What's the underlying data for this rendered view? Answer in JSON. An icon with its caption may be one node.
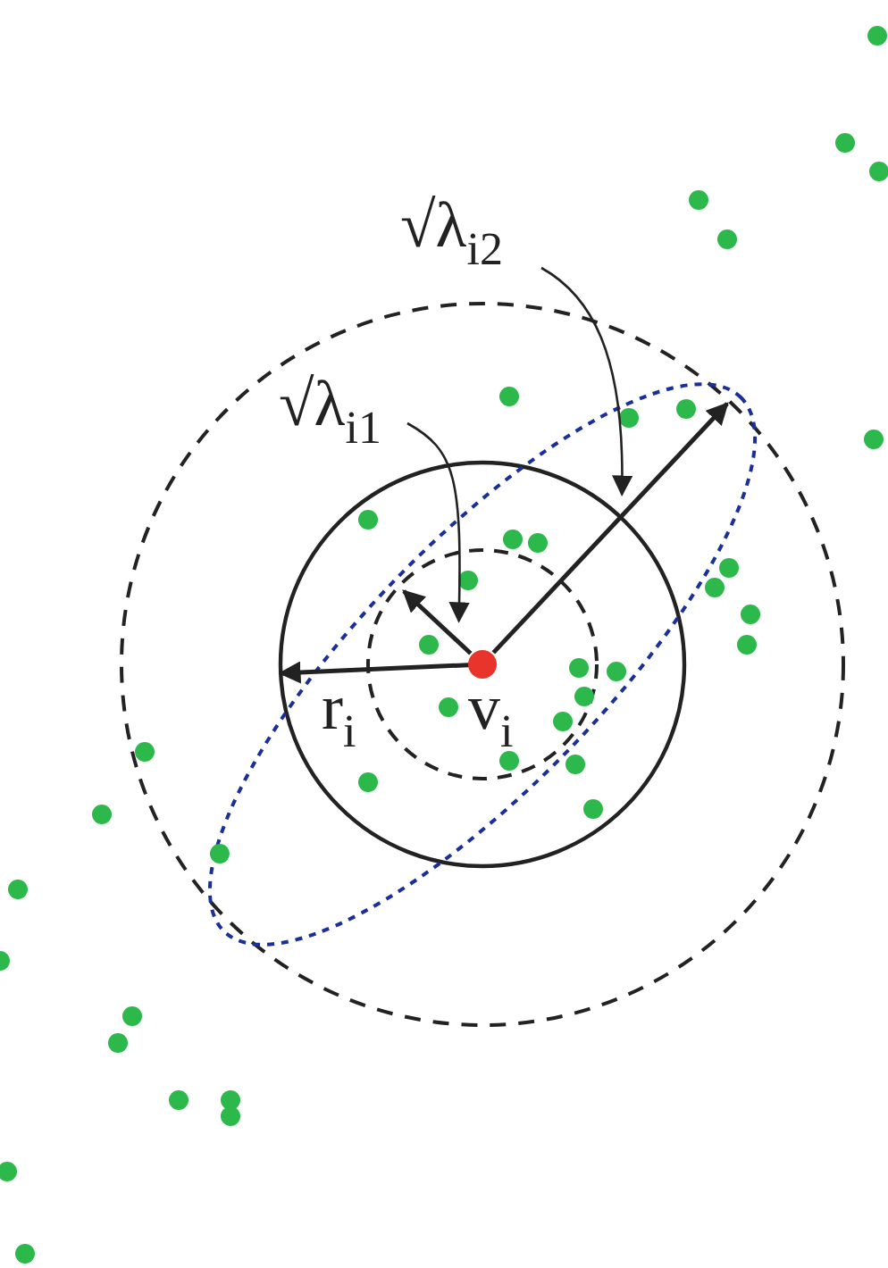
{
  "diagram": {
    "nodes": [
      {
        "text": [
          "√λ$_{i2}$"
        ]
      },
      {
        "text": [
          "√λ$_{i1}$"
        ]
      },
      {
        "text": [],
        "shape": "arrow"
      },
      {
        "text": [],
        "shape": "arrow"
      }
    ],
    "edges": [
      {
        "from": 0,
        "to": 3,
        "arrow": "to"
      },
      {
        "from": 1,
        "to": 2,
        "arrow": "to"
      }
    ],
    "labels": [
      "r$_{i}$",
      "v$_{i}$"
    ]
  }
}
